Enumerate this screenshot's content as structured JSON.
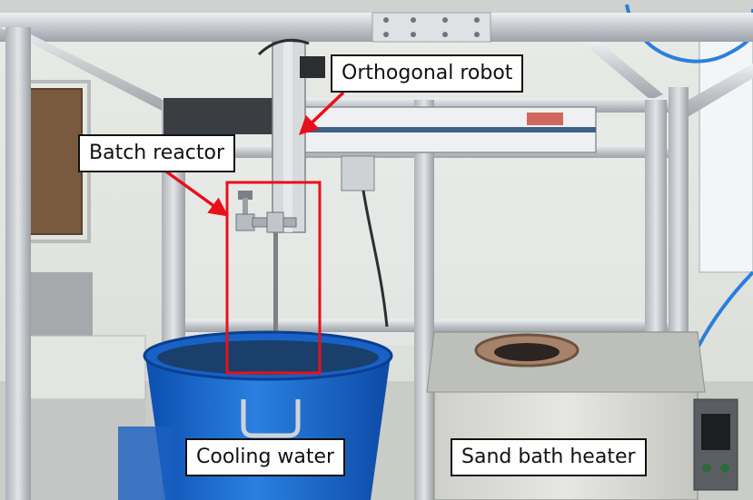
{
  "labels": {
    "orthogonal_robot": "Orthogonal robot",
    "batch_reactor": "Batch reactor",
    "cooling_water": "Cooling water",
    "sand_bath_heater": "Sand bath heater"
  },
  "colors": {
    "annotation_red": "#e8101a",
    "bucket_blue": "#1f6fd1",
    "frame_aluminum": "#c9ccd0",
    "wall": "#eceeea",
    "heater_body": "#d9dad6"
  }
}
